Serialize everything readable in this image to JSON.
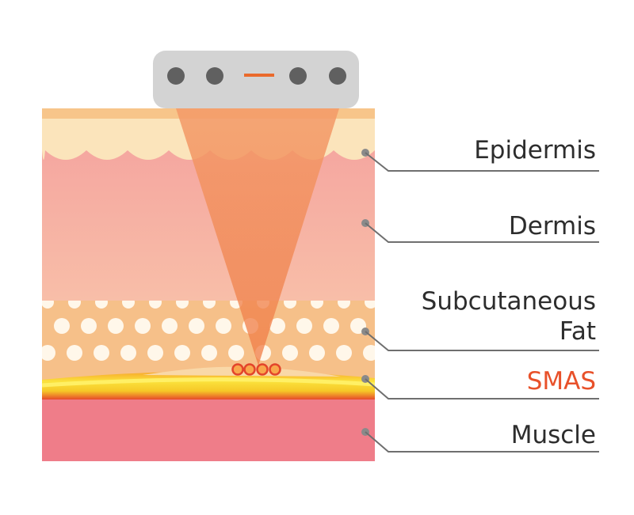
{
  "labels": {
    "epidermis": "Epidermis",
    "dermis": "Dermis",
    "fat_line1": "Subcutaneous",
    "fat_line2": "Fat",
    "smas": "SMAS",
    "muscle": "Muscle"
  },
  "colors": {
    "epidermis": "#fbe4bb",
    "dermis": "#f7b3a0",
    "fat": "#f6c089",
    "smas_band": "#f5d21f",
    "muscle": "#ef7d89",
    "beam": "#f2834a",
    "transducer": "#d3d3d3",
    "highlight_label": "#e8512a",
    "leader_line": "#6f6f6f"
  }
}
